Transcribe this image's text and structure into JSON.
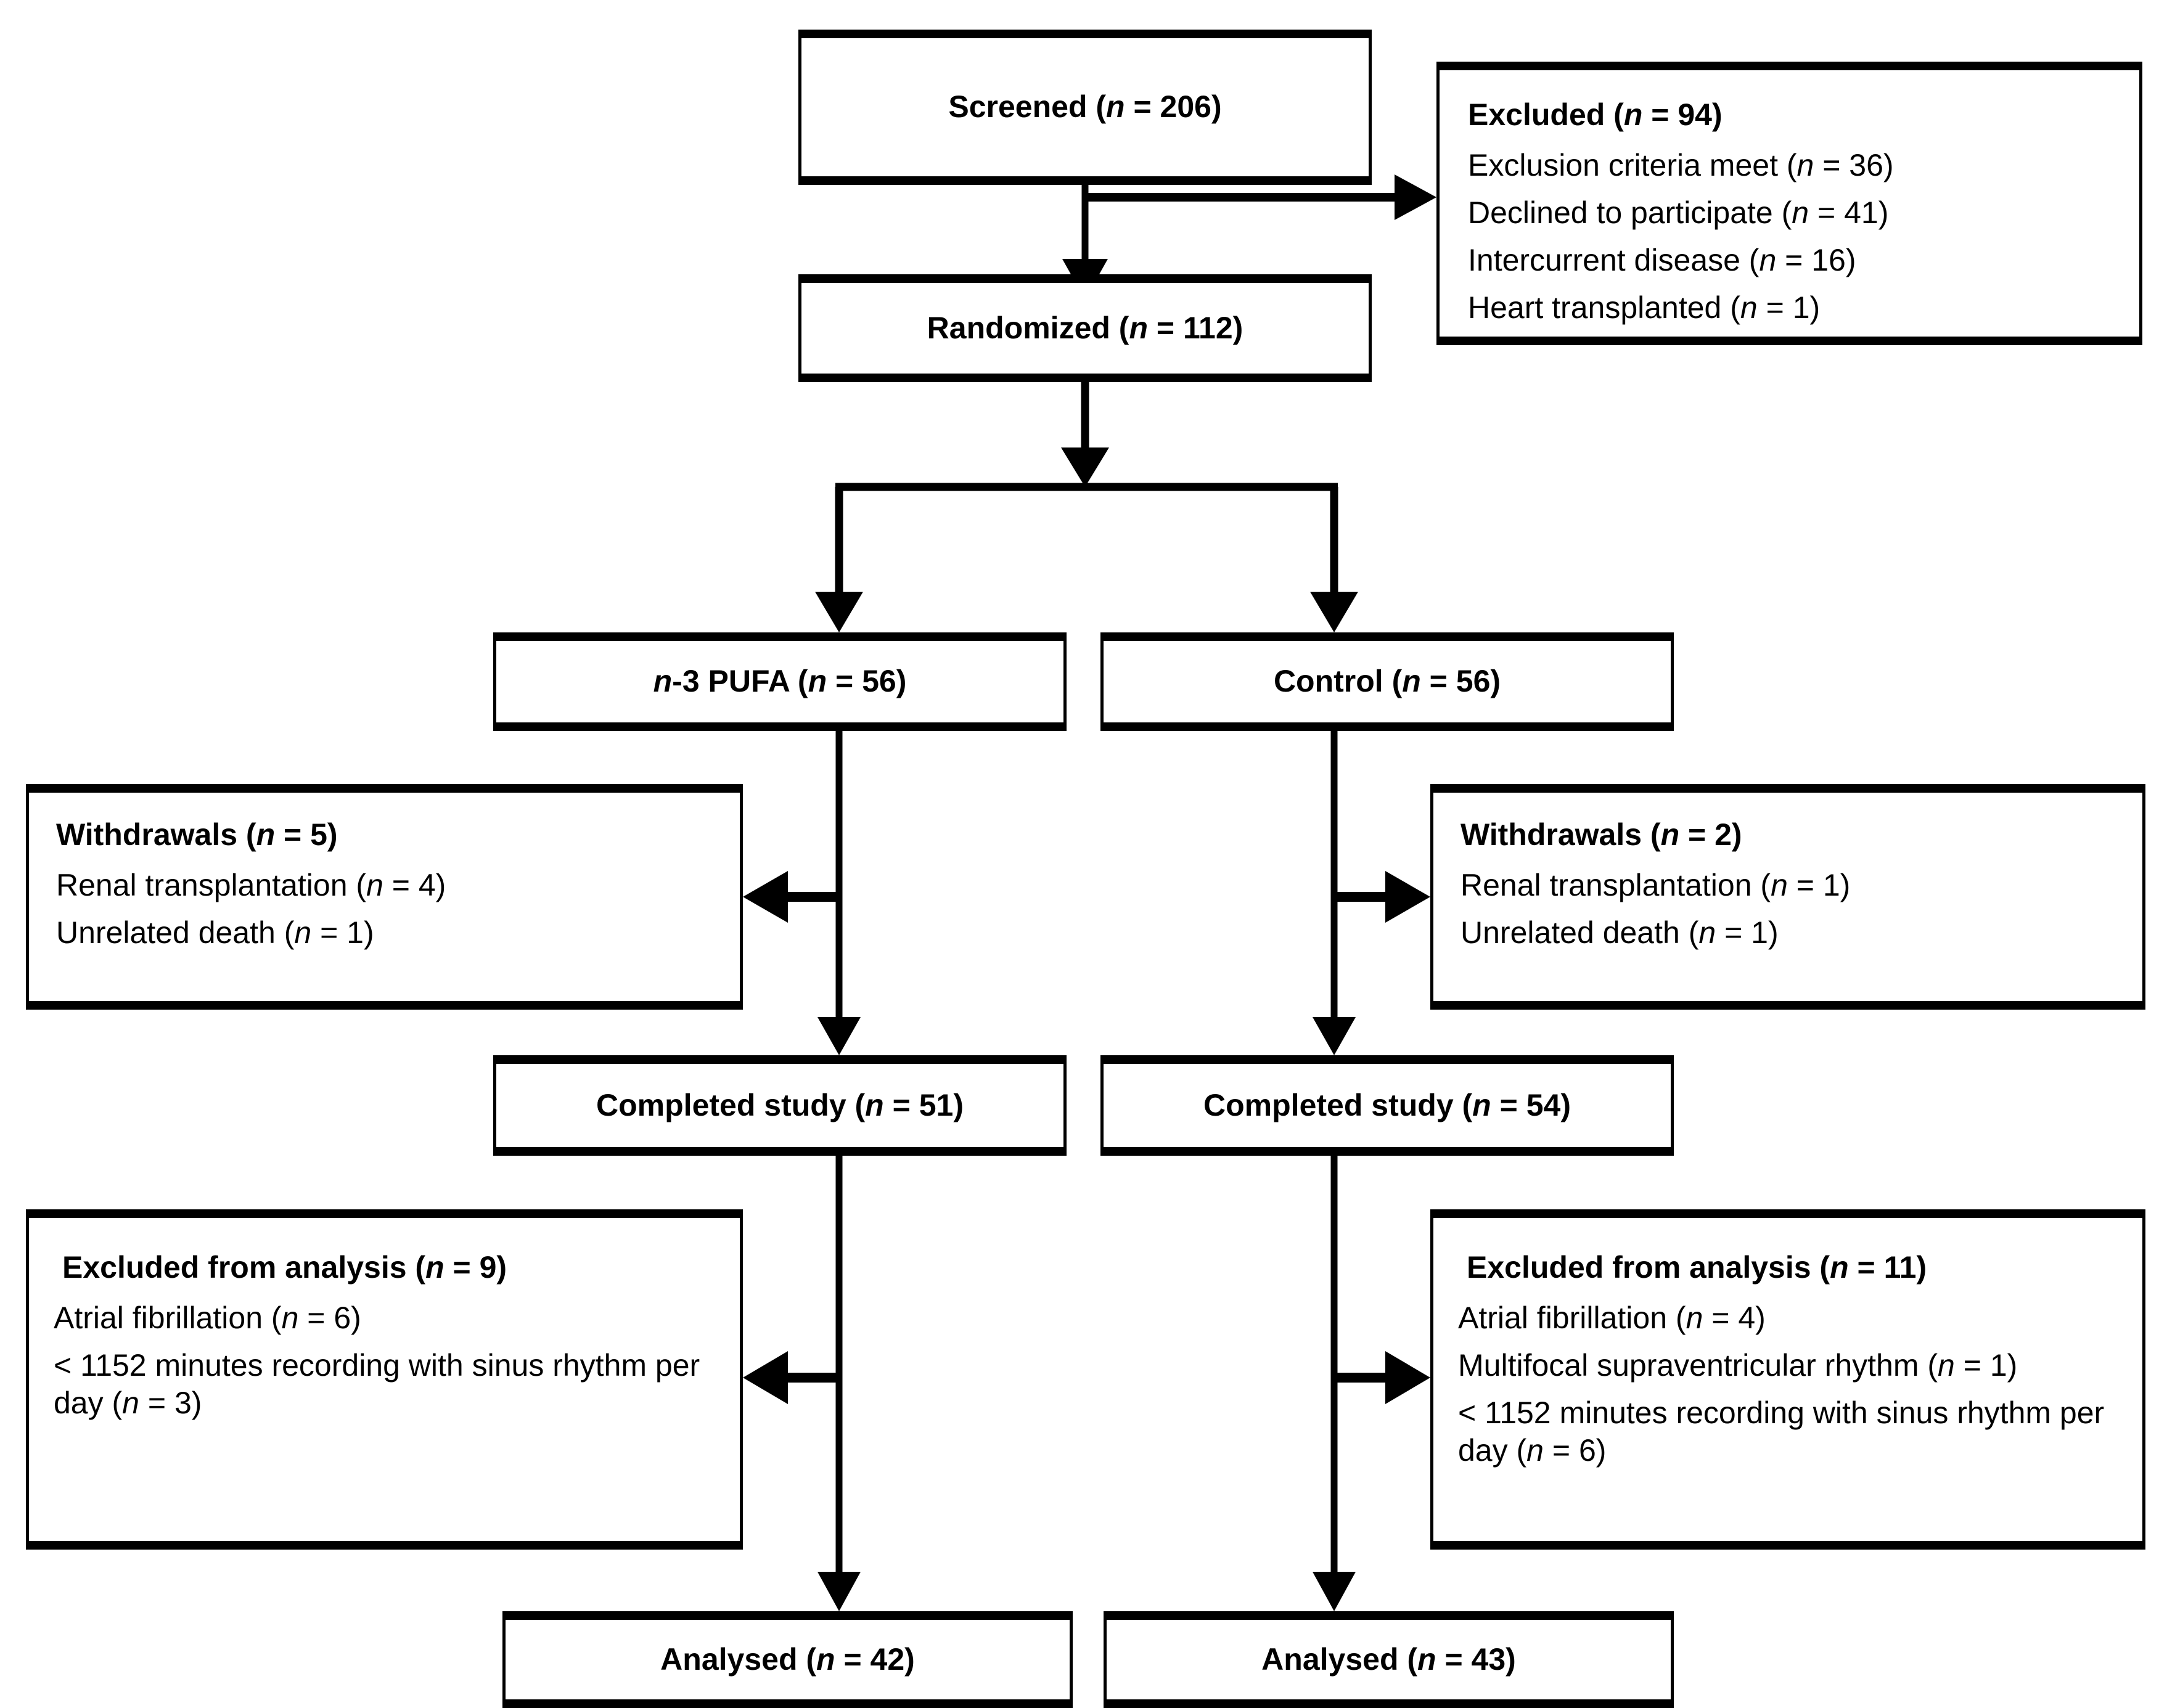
{
  "diagram": {
    "type": "consort-flow-diagram",
    "title": "CONSORT participant flow diagram",
    "colors": {
      "stroke": "#000000",
      "background": "#ffffff",
      "text": "#000000"
    }
  },
  "nodes": {
    "screened": {
      "title_prefix": "Screened (",
      "title_n": "n",
      "title_suffix": " = 206)",
      "plain": "Screened (n = 206)",
      "count": 206
    },
    "excluded": {
      "title_prefix": "Excluded (",
      "title_n": "n",
      "title_suffix": " = 94)",
      "plain": "Excluded (n = 94)",
      "count": 94,
      "items": [
        {
          "label": "Exclusion criteria meet (",
          "n": "n",
          "suffix": " = 36)",
          "plain": "Exclusion criteria meet (n = 36)",
          "count": 36
        },
        {
          "label": "Declined to participate (",
          "n": "n",
          "suffix": " = 41)",
          "plain": "Declined to participate (n = 41)",
          "count": 41
        },
        {
          "label": "Intercurrent disease (",
          "n": "n",
          "suffix": " = 16)",
          "plain": "Intercurrent disease (n = 16)",
          "count": 16
        },
        {
          "label": "Heart transplanted (",
          "n": "n",
          "suffix": " = 1)",
          "plain": "Heart transplanted (n = 1)",
          "count": 1
        }
      ]
    },
    "randomized": {
      "title_prefix": "Randomized (",
      "title_n": "n",
      "title_suffix": " = 112)",
      "plain": "Randomized (n = 112)",
      "count": 112
    },
    "arm_left": {
      "title_italic_lead": "n",
      "title_prefix": "-3 PUFA (",
      "title_n": "n",
      "title_suffix": " = 56)",
      "plain": "n-3 PUFA (n = 56)",
      "count": 56
    },
    "arm_right": {
      "title_prefix": "Control (",
      "title_n": "n",
      "title_suffix": " = 56)",
      "plain": "Control (n = 56)",
      "count": 56
    },
    "withdrawals_left": {
      "title_prefix": "Withdrawals (",
      "title_n": "n",
      "title_suffix": " = 5)",
      "plain": "Withdrawals (n = 5)",
      "count": 5,
      "items": [
        {
          "label": "Renal transplantation (",
          "n": "n",
          "suffix": " = 4)",
          "plain": "Renal transplantation (n = 4)",
          "count": 4
        },
        {
          "label": "Unrelated death (",
          "n": "n",
          "suffix": " = 1)",
          "plain": "Unrelated death (n = 1)",
          "count": 1
        }
      ]
    },
    "withdrawals_right": {
      "title_prefix": "Withdrawals (",
      "title_n": "n",
      "title_suffix": " = 2)",
      "plain": "Withdrawals (n = 2)",
      "count": 2,
      "items": [
        {
          "label": "Renal transplantation (",
          "n": "n",
          "suffix": " = 1)",
          "plain": "Renal transplantation (n = 1)",
          "count": 1
        },
        {
          "label": "Unrelated death (",
          "n": "n",
          "suffix": " = 1)",
          "plain": "Unrelated death (n = 1)",
          "count": 1
        }
      ]
    },
    "completed_left": {
      "title_prefix": "Completed study (",
      "title_n": "n",
      "title_suffix": " = 51)",
      "plain": "Completed study (n = 51)",
      "count": 51
    },
    "completed_right": {
      "title_prefix": "Completed study (",
      "title_n": "n",
      "title_suffix": " = 54)",
      "plain": "Completed study (n = 54)",
      "count": 54
    },
    "excluded_analysis_left": {
      "title_prefix": " Excluded from analysis (",
      "title_n": "n",
      "title_suffix": " = 9)",
      "plain": "Excluded from analysis (n = 9)",
      "count": 9,
      "items": [
        {
          "label": "Atrial fibrillation (",
          "n": "n",
          "suffix": " = 6)",
          "plain": "Atrial fibrillation (n = 6)",
          "count": 6
        },
        {
          "label": "< 1152 minutes recording with sinus rhythm per day (",
          "n": "n",
          "suffix": " = 3)",
          "plain": "< 1152 minutes recording with sinus rhythm per day (n = 3)",
          "count": 3
        }
      ]
    },
    "excluded_analysis_right": {
      "title_prefix": " Excluded from analysis (",
      "title_n": "n",
      "title_suffix": " = 11)",
      "plain": "Excluded from analysis (n = 11)",
      "count": 11,
      "items": [
        {
          "label": "Atrial fibrillation (",
          "n": "n",
          "suffix": " = 4)",
          "plain": "Atrial fibrillation (n = 4)",
          "count": 4
        },
        {
          "label": "Multifocal supraventricular rhythm (",
          "n": "n",
          "suffix": " = 1)",
          "plain": "Multifocal supraventricular rhythm (n = 1)",
          "count": 1
        },
        {
          "label": "< 1152 minutes recording with sinus rhythm per day (",
          "n": "n",
          "suffix": " = 6)",
          "plain": "< 1152 minutes recording with sinus rhythm per day (n = 6)",
          "count": 6
        }
      ]
    },
    "analysed_left": {
      "title_prefix": "Analysed (",
      "title_n": "n",
      "title_suffix": " = 42)",
      "plain": "Analysed (n = 42)",
      "count": 42
    },
    "analysed_right": {
      "title_prefix": "Analysed (",
      "title_n": "n",
      "title_suffix": " = 43)",
      "plain": "Analysed (n = 43)",
      "count": 43
    }
  }
}
